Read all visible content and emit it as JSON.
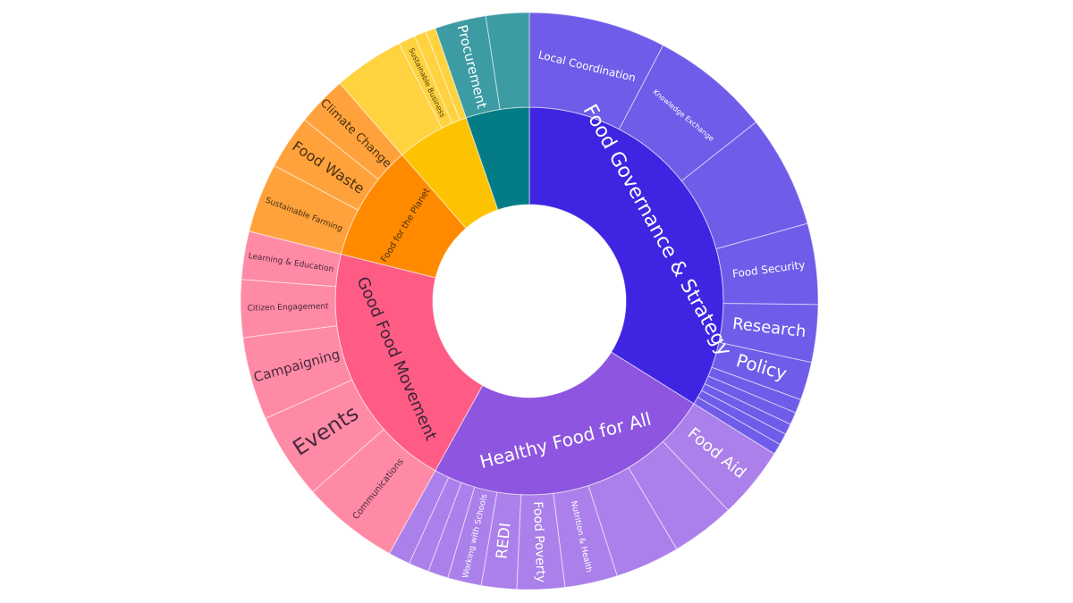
{
  "chart_data": {
    "type": "sunburst",
    "title": "",
    "center": [
      592,
      337
    ],
    "radii": {
      "hole": 108,
      "inner_outer": 217,
      "outer": 323
    },
    "angle_convention": "degrees clockwise from 12 o'clock",
    "categories": [
      {
        "name": "Food Governance & Strategy",
        "start": 0,
        "end": 122,
        "color": "#3f25e2",
        "label_color": "#ffffff",
        "font_size": 22,
        "children": [
          {
            "name": "Local Coordination",
            "start": 0,
            "end": 27.6,
            "font_size": 12
          },
          {
            "name": "Knowledge Exchange",
            "start": 27.6,
            "end": 51.7,
            "font_size": 8
          },
          {
            "name": "",
            "start": 51.7,
            "end": 74.4
          },
          {
            "name": "Food Security",
            "start": 74.4,
            "end": 90.7,
            "font_size": 12
          },
          {
            "name": "Research",
            "start": 90.7,
            "end": 102.3,
            "font_size": 18
          },
          {
            "name": "Policy",
            "start": 102.3,
            "end": 110,
            "font_size": 20
          },
          {
            "name": "",
            "start": 110,
            "end": 112.8
          },
          {
            "name": "",
            "start": 112.8,
            "end": 115.3
          },
          {
            "name": "",
            "start": 115.3,
            "end": 117.5
          },
          {
            "name": "",
            "start": 117.5,
            "end": 119.8
          },
          {
            "name": "",
            "start": 119.8,
            "end": 122
          }
        ],
        "child_color": "#6f5ce9",
        "child_label_color": "#ffffff"
      },
      {
        "name": "Healthy Food for All",
        "start": 122,
        "end": 209,
        "color": "#8d55e0",
        "label_color": "#ffffff",
        "font_size": 20,
        "children": [
          {
            "name": "Food Aid",
            "start": 122,
            "end": 136.5,
            "font_size": 18
          },
          {
            "name": "",
            "start": 136.5,
            "end": 149.3
          },
          {
            "name": "",
            "start": 149.3,
            "end": 162.3
          },
          {
            "name": "Nutrition & Health",
            "start": 162.3,
            "end": 172.9,
            "font_size": 9
          },
          {
            "name": "Food Poverty",
            "start": 172.9,
            "end": 182.5,
            "font_size": 14
          },
          {
            "name": "REDI",
            "start": 182.5,
            "end": 189.6,
            "font_size": 17
          },
          {
            "name": "Working with Schools",
            "start": 189.6,
            "end": 196.4,
            "font_size": 9
          },
          {
            "name": "",
            "start": 196.4,
            "end": 200.5
          },
          {
            "name": "",
            "start": 200.5,
            "end": 204.6
          },
          {
            "name": "",
            "start": 204.6,
            "end": 209
          }
        ],
        "child_color": "#ab80ea",
        "child_label_color": "#ffffff"
      },
      {
        "name": "Good Food Movement",
        "start": 209,
        "end": 284,
        "color": "#fe5c84",
        "label_color": "#3b2438",
        "font_size": 18,
        "children": [
          {
            "name": "Communications",
            "start": 209,
            "end": 228.6,
            "font_size": 10
          },
          {
            "name": "Events",
            "start": 228.6,
            "end": 246,
            "font_size": 24
          },
          {
            "name": "Campaigning",
            "start": 246,
            "end": 262.7,
            "font_size": 15
          },
          {
            "name": "Citizen Engagement",
            "start": 262.7,
            "end": 274.3,
            "font_size": 9
          },
          {
            "name": "Learning & Education",
            "start": 274.3,
            "end": 284,
            "font_size": 9
          }
        ],
        "child_color": "#ff8aa5",
        "child_label_color": "#4a2a3e"
      },
      {
        "name": "Food for the Planet",
        "start": 284,
        "end": 319,
        "color": "#ff8a00",
        "label_color": "#4a2f10",
        "font_size": 10,
        "children": [
          {
            "name": "Sustainable Farming",
            "start": 284,
            "end": 298,
            "font_size": 9
          },
          {
            "name": "Food Waste",
            "start": 298,
            "end": 308.9,
            "font_size": 16
          },
          {
            "name": "Climate Change",
            "start": 308.9,
            "end": 319,
            "font_size": 13
          }
        ],
        "child_color": "#ffa23c",
        "child_label_color": "#4a2f10"
      },
      {
        "name": "",
        "start": 319,
        "end": 341,
        "color": "#fdc300",
        "label_color": "#4a3a10",
        "font_size": 10,
        "children": [
          {
            "name": "",
            "start": 319,
            "end": 333.2
          },
          {
            "name": "Sustainable Business",
            "start": 333.2,
            "end": 336.6,
            "font_size": 8
          },
          {
            "name": "",
            "start": 336.6,
            "end": 339
          },
          {
            "name": "",
            "start": 339,
            "end": 341
          }
        ],
        "child_color": "#ffd23f",
        "child_label_color": "#4a3a10"
      },
      {
        "name": "",
        "start": 341,
        "end": 360,
        "color": "#037c86",
        "label_color": "#ffffff",
        "font_size": 10,
        "children": [
          {
            "name": "Procurement",
            "start": 341,
            "end": 351.3,
            "font_size": 15
          },
          {
            "name": "",
            "start": 351.3,
            "end": 360
          }
        ],
        "child_color": "#3d9ba3",
        "child_label_color": "#ffffff"
      }
    ],
    "legend": "none",
    "grid": false
  }
}
